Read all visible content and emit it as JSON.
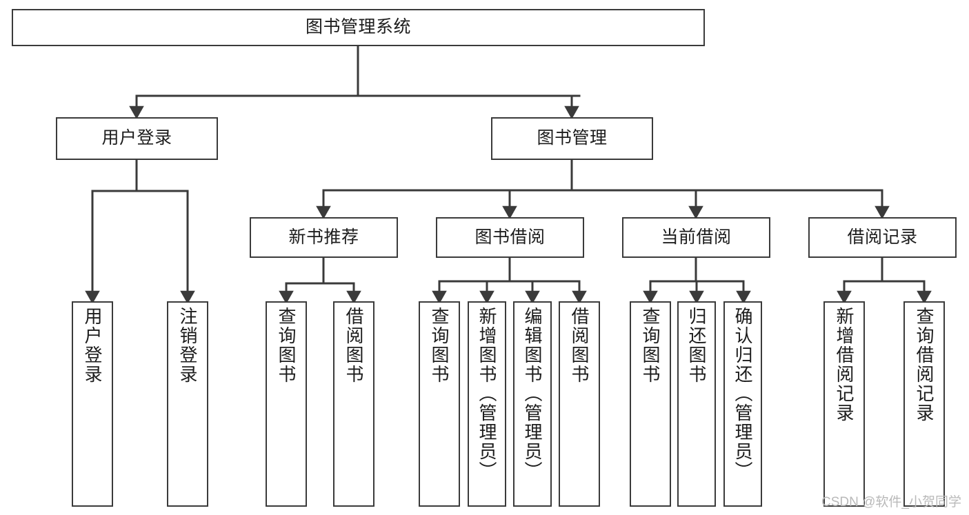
{
  "diagram": {
    "type": "tree",
    "title": "图书管理系统",
    "orientation": "top-down",
    "edge_color": "#3a3a3a",
    "node_border_color": "#3a3a3a",
    "node_fill_color": "#ffffff",
    "text_color": "#1c1c1c"
  },
  "nodes": {
    "root": {
      "label": "图书管理系统",
      "level": 0,
      "text_direction": "horizontal"
    },
    "l1": [
      {
        "id": "user-login",
        "label": "用户登录",
        "text_direction": "horizontal"
      },
      {
        "id": "book-manage",
        "label": "图书管理",
        "text_direction": "horizontal"
      }
    ],
    "l2": [
      {
        "id": "new-book-recommend",
        "label": "新书推荐",
        "text_direction": "horizontal"
      },
      {
        "id": "book-borrow",
        "label": "图书借阅",
        "text_direction": "horizontal"
      },
      {
        "id": "current-borrow",
        "label": "当前借阅",
        "text_direction": "horizontal"
      },
      {
        "id": "borrow-record",
        "label": "借阅记录",
        "text_direction": "horizontal"
      }
    ],
    "leaves": {
      "user_login": [
        {
          "id": "leaf-user-login",
          "label": "用户登录",
          "text_direction": "vertical"
        },
        {
          "id": "leaf-logout",
          "label": "注销登录",
          "text_direction": "vertical"
        }
      ],
      "new_book_recommend": [
        {
          "id": "leaf-query-book-1",
          "label": "查询图书",
          "text_direction": "vertical"
        },
        {
          "id": "leaf-borrow-book-1",
          "label": "借阅图书",
          "text_direction": "vertical"
        }
      ],
      "book_borrow": [
        {
          "id": "leaf-query-book-2",
          "label": "查询图书",
          "text_direction": "vertical"
        },
        {
          "id": "leaf-add-book",
          "label": "新增图书（管理员）",
          "text_direction": "vertical"
        },
        {
          "id": "leaf-edit-book",
          "label": "编辑图书（管理员）",
          "text_direction": "vertical"
        },
        {
          "id": "leaf-borrow-book-2",
          "label": "借阅图书",
          "text_direction": "vertical"
        }
      ],
      "current_borrow": [
        {
          "id": "leaf-query-book-3",
          "label": "查询图书",
          "text_direction": "vertical"
        },
        {
          "id": "leaf-return-book",
          "label": "归还图书",
          "text_direction": "vertical"
        },
        {
          "id": "leaf-confirm-return",
          "label": "确认归还（管理员）",
          "text_direction": "vertical"
        }
      ],
      "borrow_record": [
        {
          "id": "leaf-add-record",
          "label": "新增借阅记录",
          "text_direction": "vertical"
        },
        {
          "id": "leaf-query-record",
          "label": "查询借阅记录",
          "text_direction": "vertical"
        }
      ]
    }
  },
  "watermark": {
    "text": "CSDN @软件_小贺同学",
    "color": "#b9b9b9"
  }
}
